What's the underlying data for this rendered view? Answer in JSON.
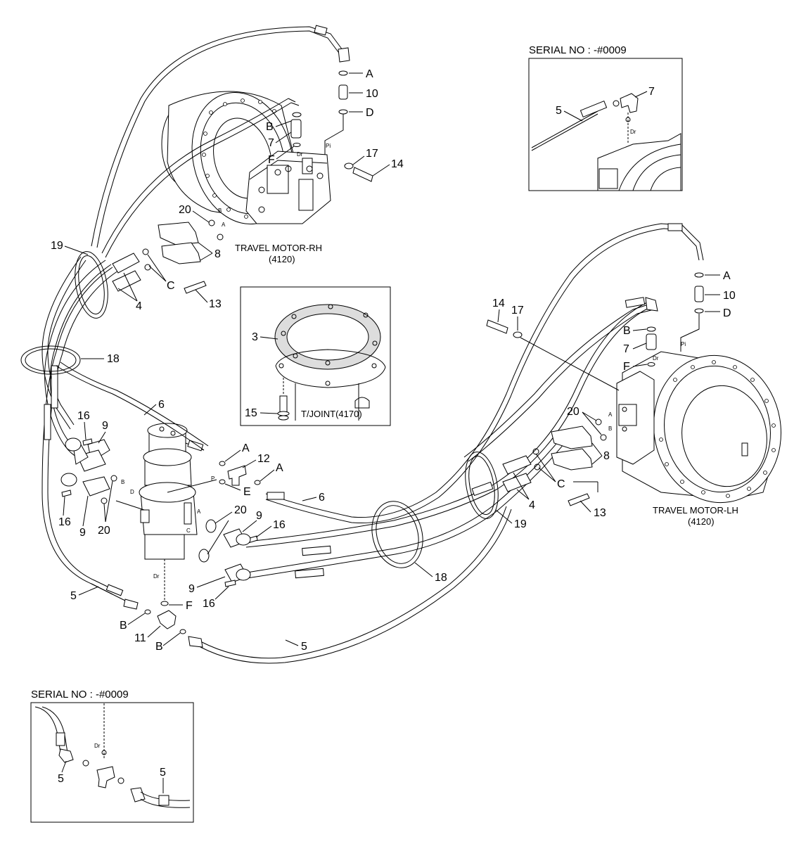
{
  "serial_top": "SERIAL NO : -#0009",
  "serial_bottom": "SERIAL NO : -#0009",
  "travel_motor_rh": {
    "name": "TRAVEL MOTOR-RH",
    "code": "(4120)"
  },
  "travel_motor_lh": {
    "name": "TRAVEL MOTOR-LH",
    "code": "(4120)"
  },
  "tjoint": "T/JOINT(4170)",
  "port_labels": {
    "dr": "Dr",
    "pi": "Pi",
    "a": "A",
    "b": "B",
    "c": "C",
    "d": "D",
    "p": "P"
  },
  "callouts": {
    "n3": "3",
    "n4": "4",
    "n5": "5",
    "n6": "6",
    "n7": "7",
    "n8": "8",
    "n9": "9",
    "n10": "10",
    "n11": "11",
    "n12": "12",
    "n13": "13",
    "n14": "14",
    "n15": "15",
    "n16": "16",
    "n17": "17",
    "n18": "18",
    "n19": "19",
    "n20": "20",
    "A": "A",
    "B": "B",
    "C": "C",
    "D": "D",
    "E": "E",
    "F": "F"
  }
}
